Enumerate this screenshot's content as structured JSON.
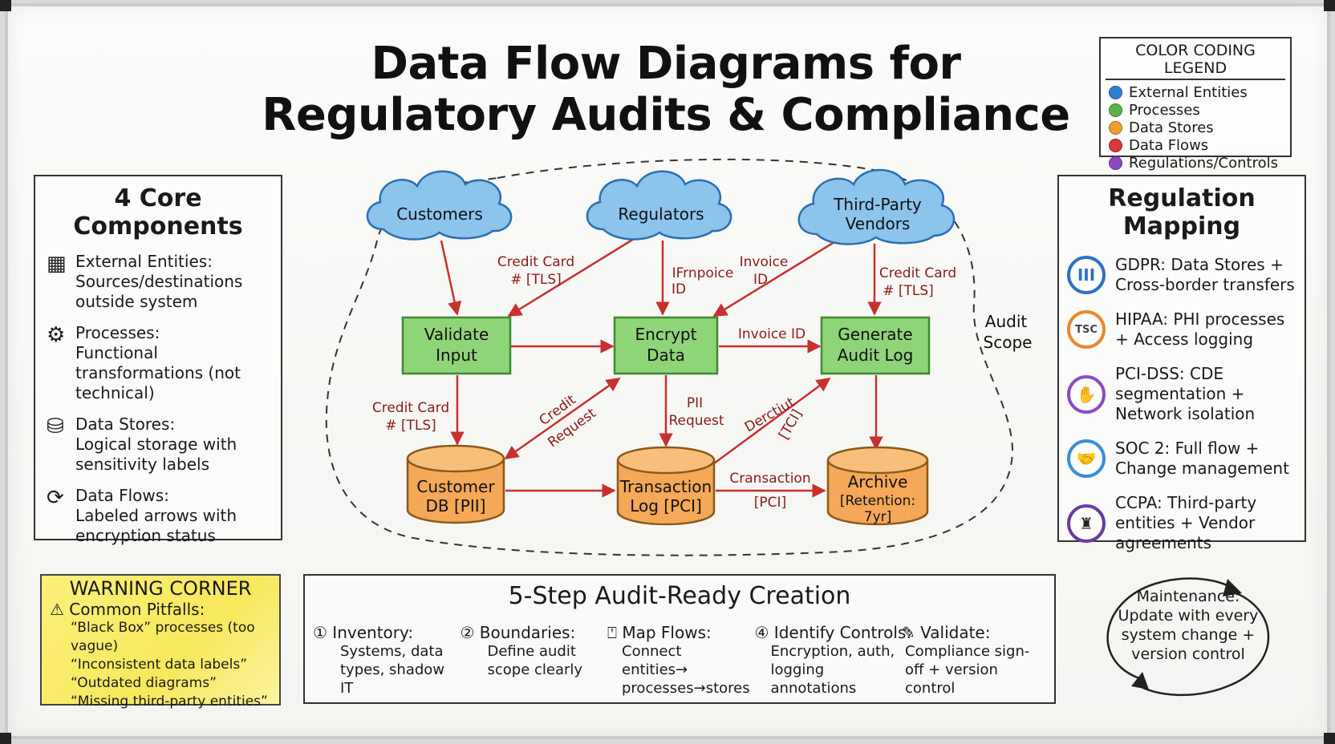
{
  "title": {
    "line1": "Data Flow Diagrams for",
    "line2": "Regulatory Audits & Compliance"
  },
  "legend": {
    "heading": "COLOR CODING LEGEND",
    "items": [
      {
        "label": "External Entities",
        "color": "#2e7fd6"
      },
      {
        "label": "Processes",
        "color": "#5cb34a"
      },
      {
        "label": "Data Stores",
        "color": "#f0a030"
      },
      {
        "label": "Data Flows",
        "color": "#d93a3a"
      },
      {
        "label": "Regulations/Controls",
        "color": "#8a4bc4"
      }
    ]
  },
  "core": {
    "heading": "4 Core Components",
    "items": [
      {
        "icon": "table-icon",
        "glyph": "▦",
        "title": "External Entities:",
        "desc": "Sources/destinations outside system"
      },
      {
        "icon": "gear-icon",
        "glyph": "⚙",
        "title": "Processes:",
        "desc": "Functional transformations (not technical)"
      },
      {
        "icon": "database-icon",
        "glyph": "⛁",
        "title": "Data Stores:",
        "desc": "Logical storage with sensitivity labels"
      },
      {
        "icon": "flow-icon",
        "glyph": "⟳",
        "title": "Data Flows:",
        "desc": "Labeled arrows with encryption status"
      }
    ]
  },
  "regulation_mapping": {
    "heading": "Regulation Mapping",
    "items": [
      {
        "badge": "III",
        "color": "#2e6fc4",
        "text": "GDPR: Data Stores + Cross-border transfers"
      },
      {
        "badge": "TSC",
        "color": "#e8892a",
        "text": "HIPAA: PHI processes + Access logging"
      },
      {
        "badge": "✋",
        "color": "#8a4bc4",
        "text": "PCI-DSS: CDE segmentation + Network isolation"
      },
      {
        "badge": "🤝",
        "color": "#3a8fd6",
        "text": "SOC 2: Full flow + Change management"
      },
      {
        "badge": "♜",
        "color": "#6a3aa4",
        "text": "CCPA: Third-party entities + Vendor agreements"
      }
    ]
  },
  "diagram": {
    "colors": {
      "entity": "#8cc4ec",
      "process": "#8fd478",
      "store": "#f5a857",
      "flow": "#c83030"
    },
    "entities": {
      "customers": "Customers",
      "regulators": "Regulators",
      "vendors_1": "Third-Party",
      "vendors_2": "Vendors"
    },
    "processes": {
      "validate_1": "Validate",
      "validate_2": "Input",
      "encrypt_1": "Encrypt",
      "encrypt_2": "Data",
      "audit_1": "Generate",
      "audit_2": "Audit Log"
    },
    "stores": {
      "customer_1": "Customer",
      "customer_2": "DB [PII]",
      "txlog_1": "Transaction",
      "txlog_2": "Log [PCI]",
      "archive_1": "Archive",
      "archive_2": "[Retention:",
      "archive_3": "7yr]"
    },
    "edge_labels": {
      "cc_tls_a1": "Credit Card",
      "cc_tls_a2": "# [TLS]",
      "invoice_a1": "IFrnpoice",
      "invoice_a2": "ID",
      "invoice_b1": "Invoice",
      "invoice_b2": "ID",
      "cc_tls_b1": "Credit Card",
      "cc_tls_b2": "# [TLS]",
      "invoice_id": "Invoice ID",
      "cc_tls_c1": "Credit Card",
      "cc_tls_c2": "# [TLS]",
      "credit_req_1": "Credit",
      "credit_req_2": "Request",
      "pii_req_1": "PII",
      "pii_req_2": "Request",
      "tx_tci_1": "Derctiut",
      "tx_tci_2": "[TCI]",
      "cransaction_1": "Cransaction",
      "cransaction_2": "[PCI]"
    },
    "scope_label_1": "Audit",
    "scope_label_2": "Scope"
  },
  "warning": {
    "heading": "WARNING CORNER",
    "subheading": "Common Pitfalls:",
    "items": [
      "“Black Box” processes (too vague)",
      "“Inconsistent data labels”",
      "“Outdated diagrams”",
      "“Missing third-party entities”"
    ]
  },
  "steps": {
    "heading": "5-Step Audit-Ready Creation",
    "items": [
      {
        "marker": "①",
        "title": "Inventory:",
        "desc": "Systems, data types, shadow IT"
      },
      {
        "marker": "②",
        "title": "Boundaries:",
        "desc": "Define audit scope clearly"
      },
      {
        "marker": "⍞",
        "title": "Map Flows:",
        "desc": "Connect entities→ processes→stores"
      },
      {
        "marker": "④",
        "title": "Identify Controls:",
        "desc": "Encryption, auth, logging annotations"
      },
      {
        "marker": "✎",
        "title": "Validate:",
        "desc": "Compliance sign-off + version control"
      }
    ]
  },
  "maintenance": {
    "title": "Maintenance:",
    "line1": "Update with every",
    "line2": "system change +",
    "line3": "version control"
  }
}
